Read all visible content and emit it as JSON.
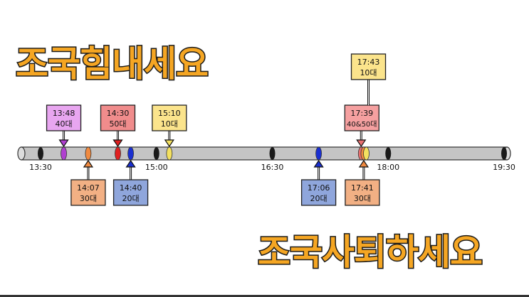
{
  "headline_top": "조국힘내세요",
  "headline_bottom": "조국사퇴하세요",
  "axis_ticks": [
    "13:30",
    "15:00",
    "16:30",
    "18:00",
    "19:30"
  ],
  "events": [
    {
      "time": "13:48",
      "group": "40대",
      "color": "#e8a6f0",
      "marker": "#b040d0",
      "side": "above"
    },
    {
      "time": "14:07",
      "group": "30대",
      "color": "#f2b084",
      "marker": "#f08a40",
      "side": "below"
    },
    {
      "time": "14:30",
      "group": "50대",
      "color": "#f08c8c",
      "marker": "#e02020",
      "side": "above"
    },
    {
      "time": "14:40",
      "group": "20대",
      "color": "#8fa6dc",
      "marker": "#1a2fd0",
      "side": "below"
    },
    {
      "time": "15:10",
      "group": "10대",
      "color": "#fbe48c",
      "marker": "#f3e060",
      "side": "above"
    },
    {
      "time": "17:06",
      "group": "20대",
      "color": "#8fa6dc",
      "marker": "#1a2fd0",
      "side": "below"
    },
    {
      "time": "17:39",
      "group": "40&50대",
      "color": "#f5a0a0",
      "marker": "#e87070",
      "side": "above"
    },
    {
      "time": "17:41",
      "group": "30대",
      "color": "#f2b084",
      "marker": "#f08a40",
      "side": "below"
    },
    {
      "time": "17:43",
      "group": "10대",
      "color": "#fbe48c",
      "marker": "#f3e060",
      "side": "above-high"
    }
  ],
  "colors": {
    "headline_fill": "#f5a623",
    "tube": "#c4c4c4",
    "tube_band": "#1a1a1a"
  }
}
